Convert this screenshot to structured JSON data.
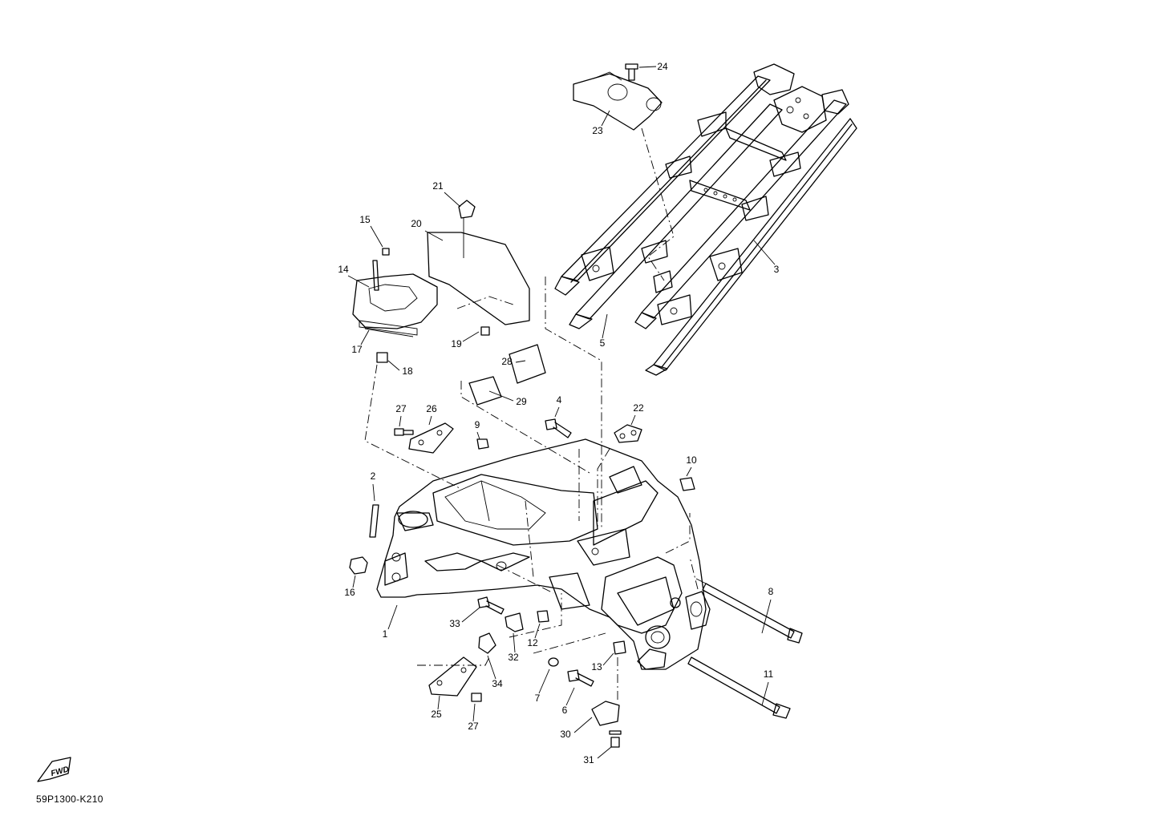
{
  "diagram": {
    "code": "59P1300-K210",
    "fwd_label": "FWD"
  },
  "parts": [
    {
      "id": "p1",
      "label": "1"
    },
    {
      "id": "p2",
      "label": "2"
    },
    {
      "id": "p3",
      "label": "3"
    },
    {
      "id": "p4",
      "label": "4"
    },
    {
      "id": "p5",
      "label": "5"
    },
    {
      "id": "p6",
      "label": "6"
    },
    {
      "id": "p7",
      "label": "7"
    },
    {
      "id": "p8",
      "label": "8"
    },
    {
      "id": "p9",
      "label": "9"
    },
    {
      "id": "p10",
      "label": "10"
    },
    {
      "id": "p11",
      "label": "11"
    },
    {
      "id": "p12",
      "label": "12"
    },
    {
      "id": "p13",
      "label": "13"
    },
    {
      "id": "p14",
      "label": "14"
    },
    {
      "id": "p15",
      "label": "15"
    },
    {
      "id": "p16",
      "label": "16"
    },
    {
      "id": "p17",
      "label": "17"
    },
    {
      "id": "p18",
      "label": "18"
    },
    {
      "id": "p19",
      "label": "19"
    },
    {
      "id": "p20",
      "label": "20"
    },
    {
      "id": "p21",
      "label": "21"
    },
    {
      "id": "p22",
      "label": "22"
    },
    {
      "id": "p23",
      "label": "23"
    },
    {
      "id": "p24",
      "label": "24"
    },
    {
      "id": "p25",
      "label": "25"
    },
    {
      "id": "p26",
      "label": "26"
    },
    {
      "id": "p27a",
      "label": "27"
    },
    {
      "id": "p27b",
      "label": "27"
    },
    {
      "id": "p28",
      "label": "28"
    },
    {
      "id": "p29",
      "label": "29"
    },
    {
      "id": "p30",
      "label": "30"
    },
    {
      "id": "p31",
      "label": "31"
    },
    {
      "id": "p32",
      "label": "32"
    },
    {
      "id": "p33",
      "label": "33"
    },
    {
      "id": "p34",
      "label": "34"
    }
  ]
}
